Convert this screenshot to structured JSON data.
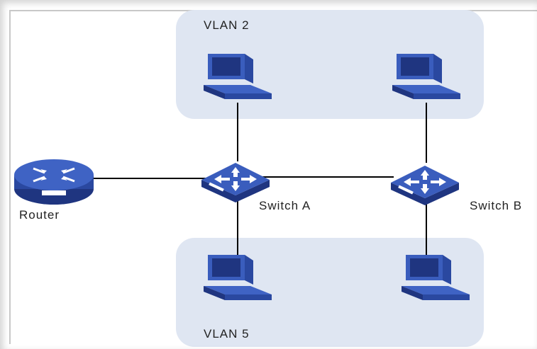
{
  "vlans": {
    "top_label": "VLAN 2",
    "bottom_label": "VLAN 5"
  },
  "devices": {
    "router_label": "Router",
    "switch_a_label": "Switch A",
    "switch_b_label": "Switch B"
  },
  "colors": {
    "vlan_fill": "#dfe6f2",
    "device_blue": "#2f4fa8",
    "device_dark": "#1f3580",
    "link": "#000000"
  }
}
